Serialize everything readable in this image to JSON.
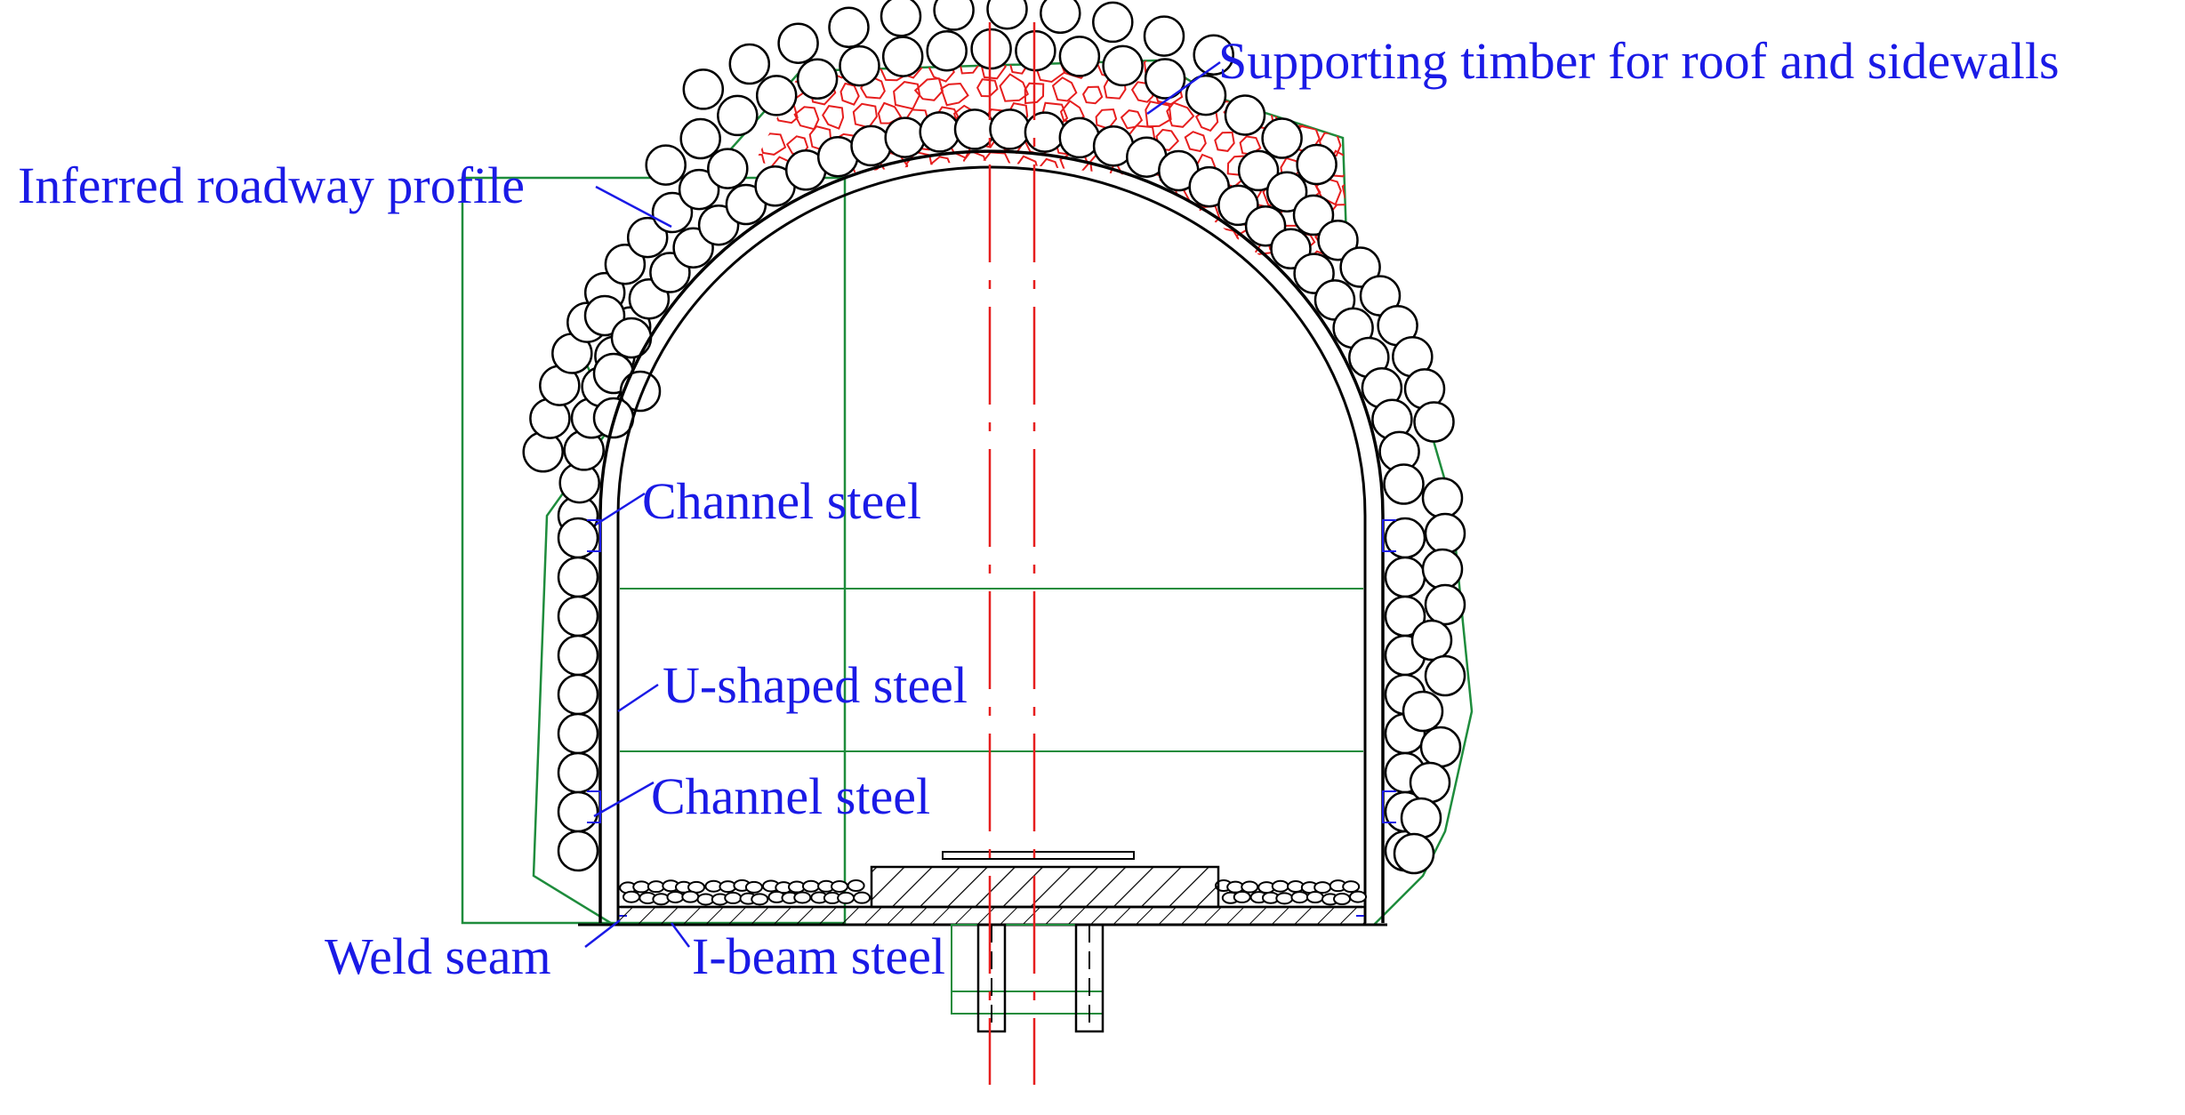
{
  "labels": {
    "supporting_timber": "Supporting timber for roof and sidewalls",
    "inferred_profile": "Inferred roadway profile",
    "channel_steel_upper": "Channel steel",
    "u_shaped_steel": "U-shaped steel",
    "channel_steel_lower": "Channel steel",
    "weld_seam": "Weld seam",
    "i_beam_steel": "I-beam steel"
  },
  "colors": {
    "label_text": "#1a1ae6",
    "leader_line": "#1a1ae6",
    "profile_green": "#1e8c3c",
    "centerline_red": "#e61e1e",
    "timber_red": "#e61e1e",
    "structure_black": "#000000"
  }
}
